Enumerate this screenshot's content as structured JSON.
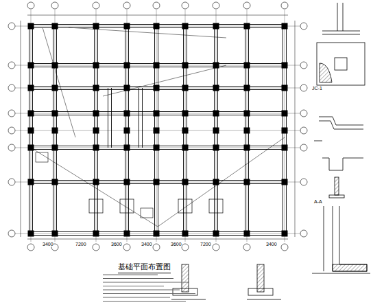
{
  "diagram": {
    "title": "基础平面布置图",
    "labels": [
      "3400",
      "7200",
      "3600",
      "3400",
      "3600",
      "7200",
      "3400",
      "JC-1",
      "A-A"
    ]
  }
}
